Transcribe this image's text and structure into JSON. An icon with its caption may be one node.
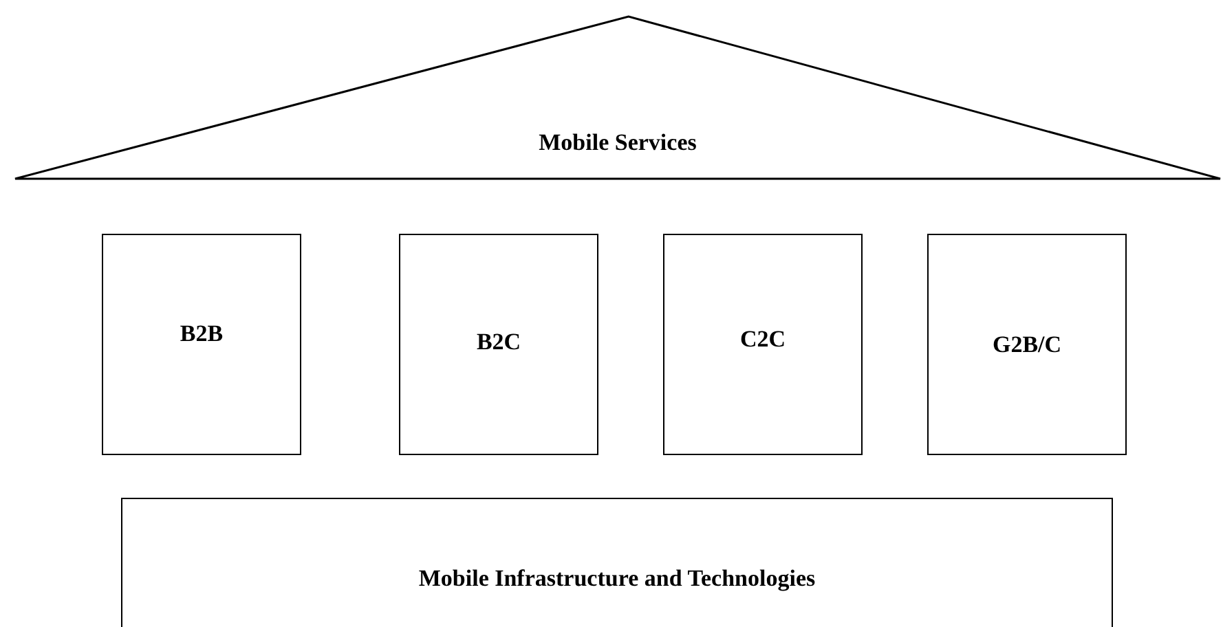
{
  "diagram": {
    "nodes": [
      {
        "text": [
          "Mobile Services"
        ]
      },
      {
        "text": [
          "B2B"
        ]
      },
      {
        "text": [
          "B2C"
        ]
      },
      {
        "text": [
          "C2C"
        ]
      },
      {
        "text": [
          "G2B/C"
        ]
      },
      {
        "text": [
          "Mobile Infrastructure and Technologies"
        ]
      }
    ]
  }
}
